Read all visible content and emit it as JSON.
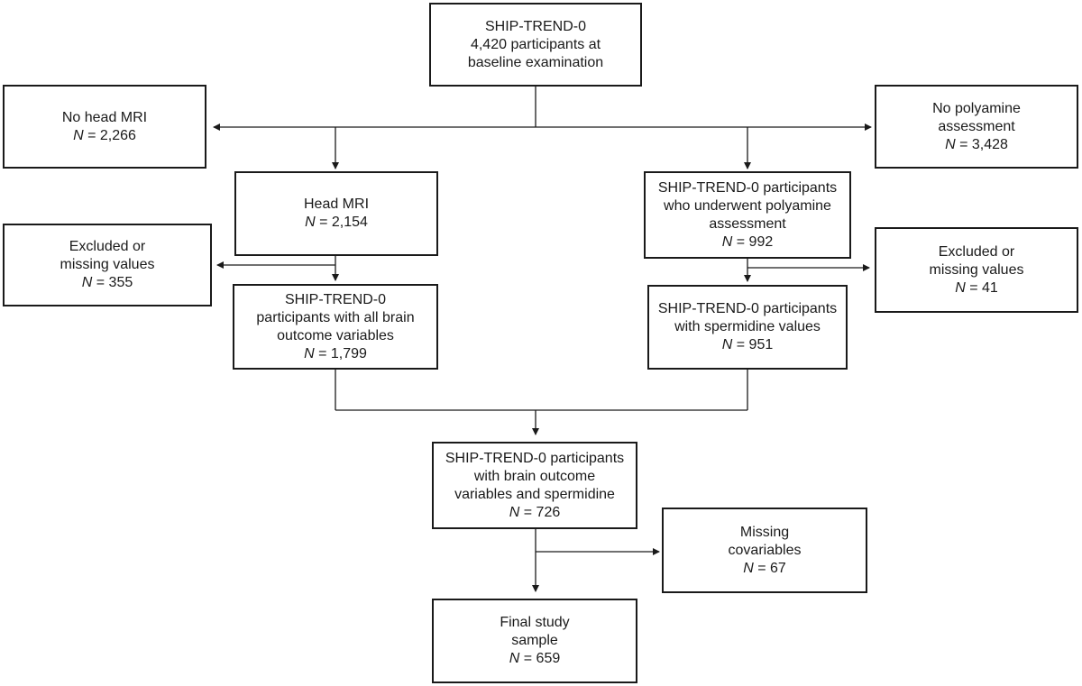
{
  "colors": {
    "line": "#1a1a1a",
    "background": "#ffffff"
  },
  "boxes": {
    "baseline": {
      "lines": [
        "SHIP-TREND-0",
        "4,420 participants at",
        "baseline examination"
      ]
    },
    "no_mri": {
      "lines": [
        "No head MRI"
      ],
      "n_label": "N",
      "n_value": " = 2,266"
    },
    "no_polyamine": {
      "lines": [
        "No polyamine",
        "assessment"
      ],
      "n_label": "N",
      "n_value": " = 3,428"
    },
    "head_mri": {
      "lines": [
        "Head MRI"
      ],
      "n_label": "N",
      "n_value": " = 2,154"
    },
    "polyamine": {
      "lines": [
        "SHIP-TREND-0 participants",
        "who underwent polyamine",
        "assessment"
      ],
      "n_label": "N",
      "n_value": " = 992"
    },
    "excluded_left": {
      "lines": [
        "Excluded or",
        "missing values"
      ],
      "n_label": "N",
      "n_value": " = 355"
    },
    "excluded_right": {
      "lines": [
        "Excluded or",
        "missing values"
      ],
      "n_label": "N",
      "n_value": " = 41"
    },
    "brain_vars": {
      "lines": [
        "SHIP-TREND-0",
        "participants with all brain",
        "outcome variables"
      ],
      "n_label": "N",
      "n_value": " = 1,799"
    },
    "spermidine": {
      "lines": [
        "SHIP-TREND-0 participants",
        "with spermidine values"
      ],
      "n_label": "N",
      "n_value": " = 951"
    },
    "combined": {
      "lines": [
        "SHIP-TREND-0 participants",
        "with brain outcome",
        "variables and spermidine"
      ],
      "n_label": "N",
      "n_value": " = 726"
    },
    "missing_cov": {
      "lines": [
        "Missing",
        "covariables"
      ],
      "n_label": "N",
      "n_value": " = 67"
    },
    "final": {
      "lines": [
        "Final study",
        "sample"
      ],
      "n_label": "N",
      "n_value": " = 659"
    }
  }
}
